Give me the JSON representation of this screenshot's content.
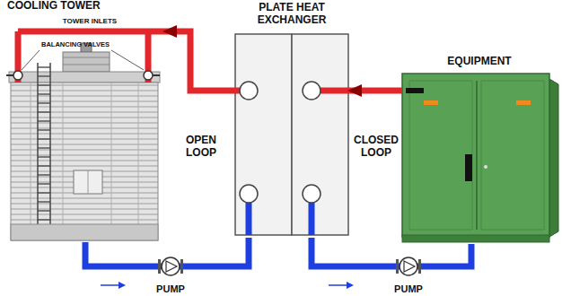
{
  "diagram": {
    "nodes": [
      {
        "text": [
          "COOLING TOWER"
        ]
      },
      {
        "text": [
          "PLATE HEAT EXCHANGER"
        ]
      },
      {
        "text": [
          "EQUIPMENT"
        ]
      },
      {
        "text": [
          "PUMP"
        ]
      },
      {
        "text": [
          "PUMP"
        ]
      }
    ],
    "edges": [
      {
        "from": 2,
        "to": 1,
        "arrow": "to"
      },
      {
        "from": 1,
        "to": 0,
        "arrow": "to"
      },
      {
        "from": 0,
        "to": 3,
        "arrow": "none"
      },
      {
        "from": 3,
        "to": 1,
        "arrow": "none"
      },
      {
        "from": 1,
        "to": 4,
        "arrow": "none"
      },
      {
        "from": 4,
        "to": 2,
        "arrow": "none"
      }
    ],
    "labels": [
      "TOWER INLETS",
      "BALANCING VALVES",
      "OPEN LOOP",
      "CLOSED LOOP"
    ]
  }
}
